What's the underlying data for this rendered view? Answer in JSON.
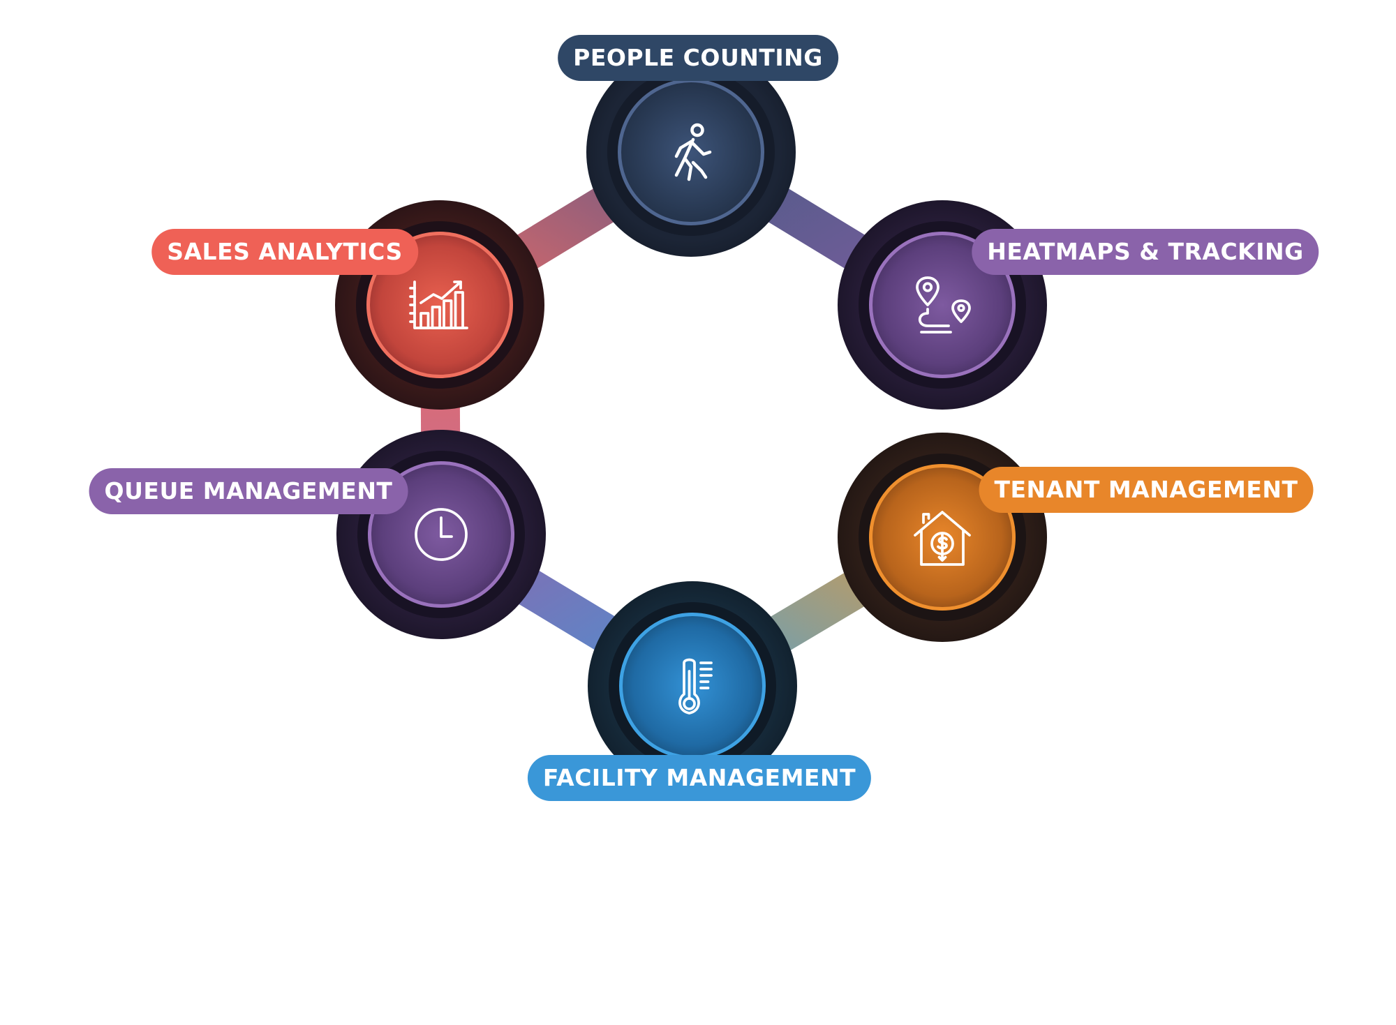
{
  "colors": {
    "people": "#2f4766",
    "sales": "#ef6156",
    "heatmaps": "#8a63aa",
    "queue": "#8a63aa",
    "tenant": "#e8862a",
    "facility": "#3a97d8"
  },
  "nodes": {
    "people": {
      "label": "PEOPLE COUNTING",
      "icon": "walking-person-icon"
    },
    "sales": {
      "label": "SALES ANALYTICS",
      "icon": "bar-chart-icon"
    },
    "heatmaps": {
      "label": "HEATMAPS & TRACKING",
      "icon": "route-map-pin-icon"
    },
    "queue": {
      "label": "QUEUE MANAGEMENT",
      "icon": "clock-icon"
    },
    "tenant": {
      "label": "TENANT MANAGEMENT",
      "icon": "house-dollar-icon"
    },
    "facility": {
      "label": "FACILITY MANAGEMENT",
      "icon": "thermometer-icon"
    }
  }
}
